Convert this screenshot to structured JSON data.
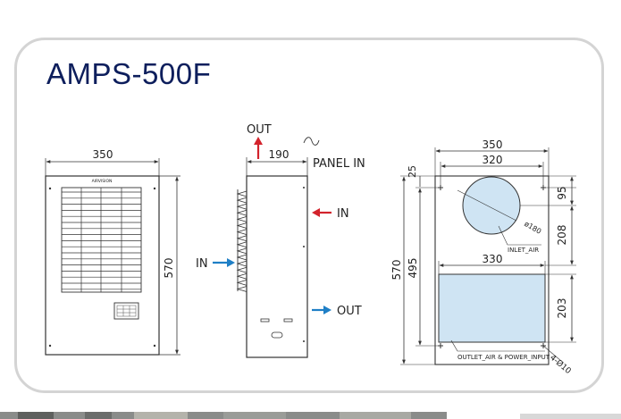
{
  "model": "AMPS-500F",
  "brand": "AIRVISION",
  "front": {
    "width": "350",
    "height": "570"
  },
  "side": {
    "depth": "190",
    "panel_in": "PANEL IN",
    "out_top": "OUT",
    "in_right": "IN",
    "in_left": "IN",
    "out_bottom": "OUT"
  },
  "cutout": {
    "overall_width": "350",
    "inner_width": "320",
    "top_offset": "25",
    "overall_height": "570",
    "inner_height": "495",
    "circle_offset": "95",
    "circle_spacing": "208",
    "rect_height": "203",
    "rect_width": "330",
    "circle_dia": "ø180",
    "inlet_label": "INLET_AIR",
    "outlet_label": "OUTLET_AIR & POWER_INPUT",
    "holes": "4-Ø10"
  },
  "colors": {
    "title": "#0d1e5c",
    "arrow_red": "#d3232c",
    "arrow_blue": "#1f7fc6",
    "cutout_fill": "#cfe4f3",
    "border": "#d4d4d4"
  }
}
